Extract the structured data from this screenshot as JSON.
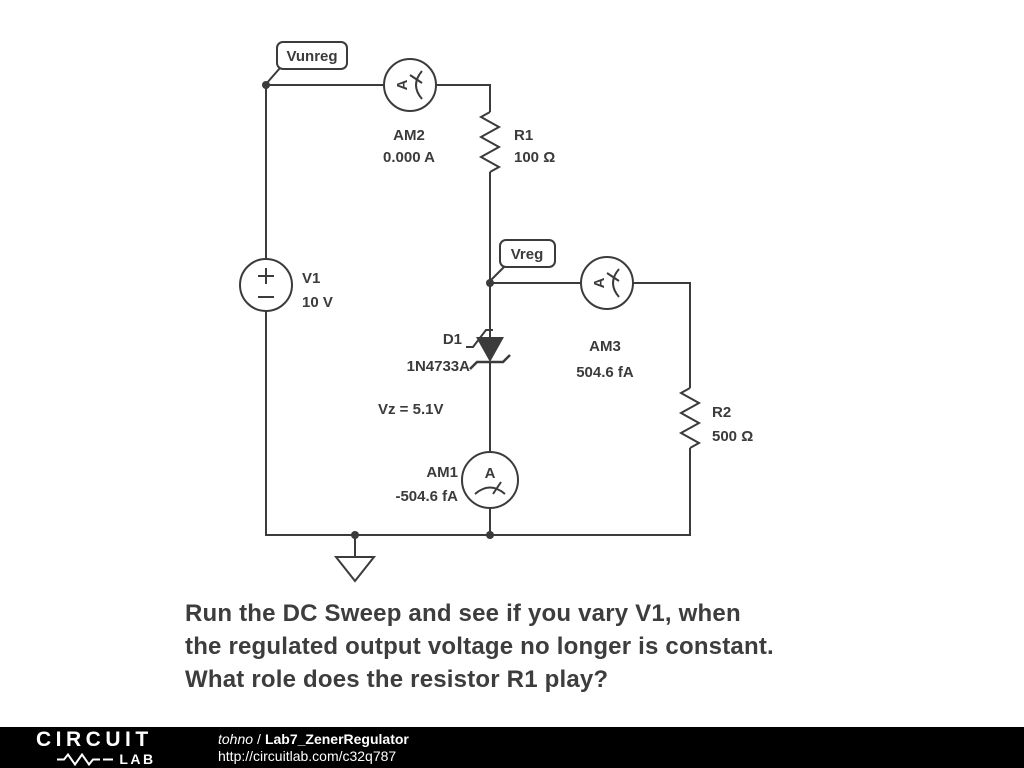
{
  "colors": {
    "wire": "#3b3b3b",
    "label_text": "#3b3b3b",
    "caption_text": "#3d3d3d",
    "background": "#ffffff",
    "footer_bg": "#000000",
    "footer_text": "#ffffff"
  },
  "nets": {
    "vunreg_label": "Vunreg",
    "vreg_label": "Vreg"
  },
  "components": {
    "v1": {
      "name": "V1",
      "value": "10 V"
    },
    "am2": {
      "name": "AM2",
      "value": "0.000 A",
      "letter": "A"
    },
    "r1": {
      "name": "R1",
      "value": "100 Ω"
    },
    "am3": {
      "name": "AM3",
      "value": "504.6 fA",
      "letter": "A"
    },
    "d1": {
      "name": "D1",
      "part": "1N4733A",
      "vz": "Vz = 5.1V"
    },
    "am1": {
      "name": "AM1",
      "value": "-504.6 fA",
      "letter": "A"
    },
    "r2": {
      "name": "R2",
      "value": "500 Ω"
    }
  },
  "caption": {
    "line1": "Run the DC Sweep and see if you vary V1, when",
    "line2": "the regulated output voltage no longer is constant.",
    "line3": "What role does the resistor R1 play?"
  },
  "footer": {
    "logo_line1": "CIRCUIT",
    "logo_line2": "LAB",
    "author": "tohno",
    "separator": "/",
    "title": "Lab7_ZenerRegulator",
    "url": "http://circuitlab.com/c32q787"
  }
}
